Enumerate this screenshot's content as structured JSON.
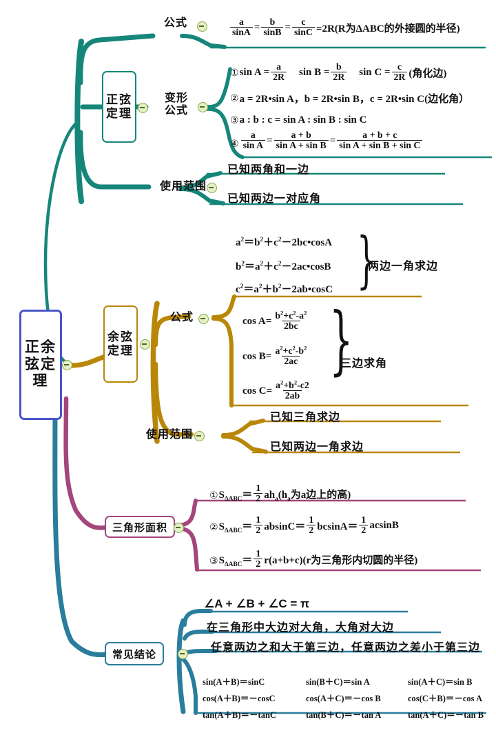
{
  "mindmap": {
    "title": "正余弦定理",
    "colors": {
      "root_border": "#4a55c8",
      "sine": "#16867a",
      "cosine": "#b98708",
      "area": "#a4457c",
      "conclusions": "#2a7d9c",
      "toggle_fill": "#e4f0c6",
      "toggle_border": "#8aa84b"
    },
    "root": {
      "label": "正余弦定理"
    },
    "branches": [
      {
        "id": "sine",
        "label": "正弦定理",
        "color": "#16867a",
        "children": [
          {
            "label": "公式",
            "leaves": [
              {
                "kind": "math",
                "text": "a/sinA = b/sinB = c/sinC = 2R(R为△ABC的外接圆的半径)"
              }
            ]
          },
          {
            "label": "变形公式",
            "label_lines": [
              "变形",
              "公式"
            ],
            "leaves": [
              {
                "kind": "math",
                "num": "①",
                "text": "sin A = a/2R    sin B = b/2R    sin C = c/2R(角化边)"
              },
              {
                "kind": "math",
                "num": "②",
                "text": "a = 2R•sin A，b = 2R•sin B，c = 2R•sin C(边化角）"
              },
              {
                "kind": "math",
                "num": "③",
                "text": "a : b : c = sin A : sin B : sin C"
              },
              {
                "kind": "math",
                "num": "④",
                "text": "a/sinA = (a+b)/(sinA+sinB) = (a+b+c)/(sinA+sinB+sinC)"
              }
            ]
          },
          {
            "label": "使用范围",
            "leaves": [
              {
                "kind": "cn",
                "text": "已知两角和一边"
              },
              {
                "kind": "cn",
                "text": "已知两边一对应角"
              }
            ]
          }
        ]
      },
      {
        "id": "cosine",
        "label": "余弦定理",
        "color": "#b98708",
        "children": [
          {
            "label": "公式",
            "group_a": {
              "lines": [
                "a²＝b²＋c²－2bc•cosA",
                "b²＝a²＋c²－2ac•cosB",
                "c²＝a²＋b²－2ab•cosC"
              ],
              "brace_label": "两边一角求边"
            },
            "group_b": {
              "lines": [
                "cos A= (b²+c²-a²)/2bc",
                "cos B= (a²+c²-b²)/2ac",
                "cos C= (a²+b²-c2)/2ab"
              ],
              "brace_label": "三边求角"
            }
          },
          {
            "label": "使用范围",
            "leaves": [
              {
                "kind": "cn",
                "text": "已知三角求边"
              },
              {
                "kind": "cn",
                "text": "已知两边一角求边"
              }
            ]
          }
        ]
      },
      {
        "id": "area",
        "label": "三角形面积",
        "color": "#a4457c",
        "leaves": [
          {
            "kind": "math",
            "num": "①",
            "text": "S△ABC＝1/2 ah_a(h_a为a边上的高)"
          },
          {
            "kind": "math",
            "num": "②",
            "text": "S△ABC＝1/2 absinC＝1/2 bcsinA＝1/2 acsinB"
          },
          {
            "kind": "math",
            "num": "③",
            "text": "S△ABC＝1/2 r(a+b+c)(r为三角形内切圆的半径)"
          }
        ]
      },
      {
        "id": "conclusions",
        "label": "常见结论",
        "color": "#2a7d9c",
        "leaves": [
          {
            "kind": "sans",
            "text": "∠A + ∠B + ∠C = π"
          },
          {
            "kind": "cn",
            "text": "在三角形中大边对大角，大角对大边"
          },
          {
            "kind": "cn",
            "text": "任意两边之和大于第三边，任意两边之差小于第三边"
          }
        ],
        "identity_table": [
          [
            "sin(A＋B)＝sinC",
            "sin(B＋C)＝sin A",
            "sin(A＋C)＝sin B"
          ],
          [
            "cos(A＋B)＝－cosC",
            "cos(A＋C)＝－cos B",
            "cos(C＋B)＝－cos A"
          ],
          [
            "tan(A＋B)＝－tanC",
            "tan(B＋C)＝－tan A",
            "tan(A＋C)＝－tan B"
          ]
        ]
      }
    ]
  }
}
